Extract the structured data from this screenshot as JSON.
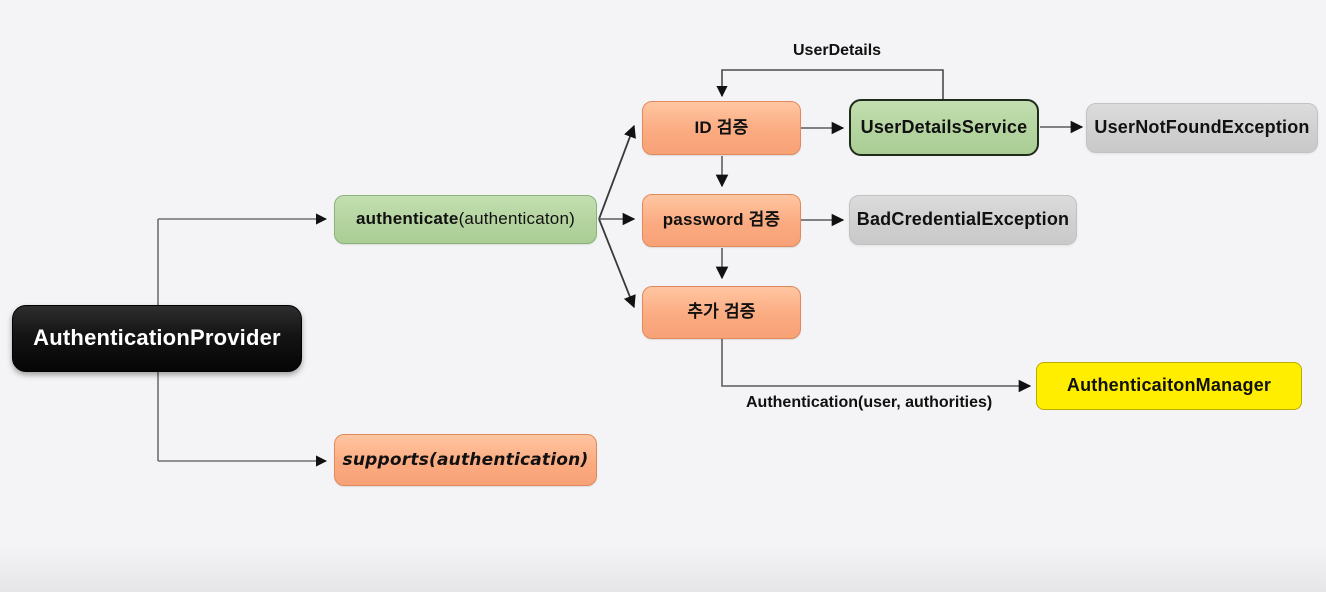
{
  "diagram": {
    "title": "AuthenticationProvider flow",
    "background": "#f4f4f6",
    "nodes": {
      "authentication_provider": {
        "label": "AuthenticationProvider",
        "color": "#0a0a0a"
      },
      "authenticate": {
        "label_bold": "authenticate",
        "label_regular": "(authenticaton)",
        "color": "#b3d39e"
      },
      "supports": {
        "label": "supports(authentication)",
        "color": "#f8a177"
      },
      "id_check": {
        "label": "ID 검증",
        "color": "#f8a177"
      },
      "password_check": {
        "label": "password 검증",
        "color": "#f8a177"
      },
      "extra_check": {
        "label": "추가 검증",
        "color": "#f8a177"
      },
      "user_details_service": {
        "label": "UserDetailsService",
        "color": "#b3d39e"
      },
      "user_not_found_exception": {
        "label": "UserNotFoundException",
        "color": "#d0d0d0"
      },
      "bad_credential_exception": {
        "label": "BadCredentialException",
        "color": "#d0d0d0"
      },
      "authentication_manager": {
        "label": "AuthenticaitonManager",
        "color": "#ffee00"
      }
    },
    "edge_labels": {
      "user_details": "UserDetails",
      "authentication_tuple": "Authentication(user, authorities)"
    }
  }
}
